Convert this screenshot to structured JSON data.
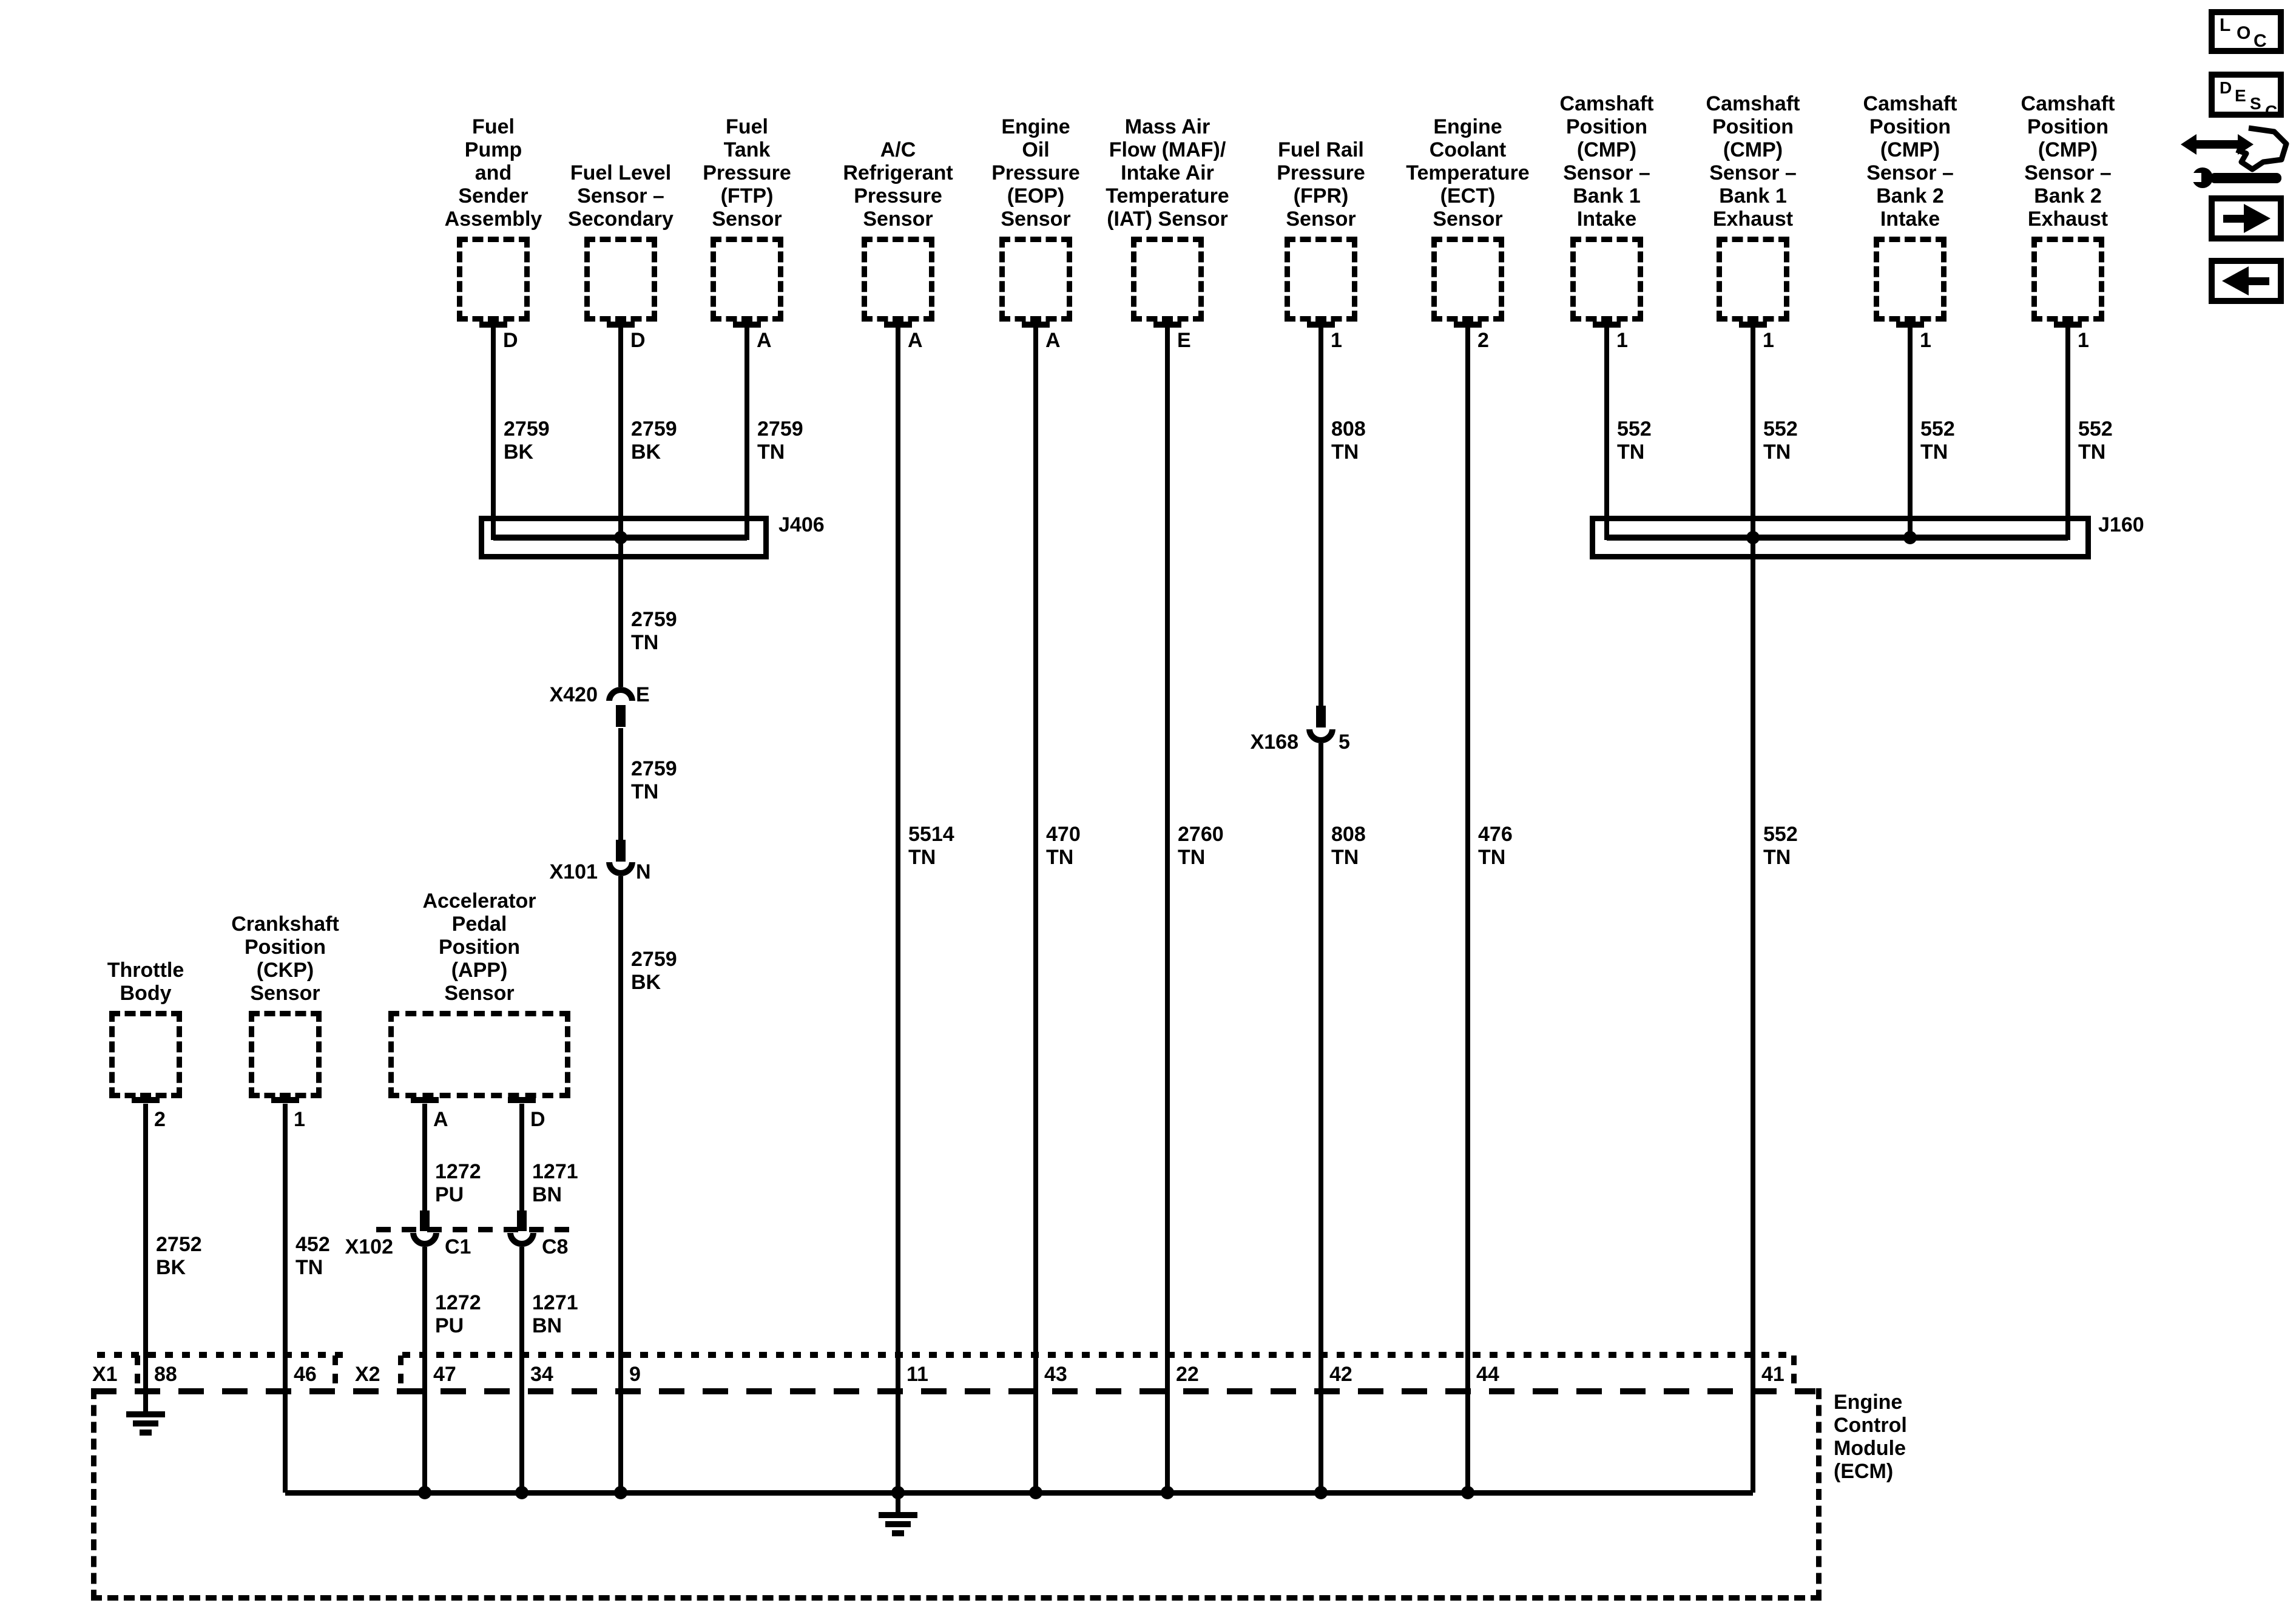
{
  "page": {
    "background": "#ffffff",
    "ink": "#000000"
  },
  "toolbar": {
    "loc_button_label": "LOC",
    "desc_button_label": "DESC",
    "icon_names": [
      "loc-button",
      "desc-button",
      "wrench-double-arrow-icon",
      "next-arrow-icon",
      "back-arrow-icon"
    ]
  },
  "top_sensors": [
    {
      "name": "fuel-pump-and-sender-assembly",
      "label_lines": [
        "Fuel",
        "Pump",
        "and",
        "Sender",
        "Assembly"
      ],
      "pin": "D",
      "top_wire": {
        "circuit": "2759",
        "color": "BK"
      }
    },
    {
      "name": "fuel-level-sensor-secondary",
      "label_lines": [
        "Fuel Level",
        "Sensor –",
        "Secondary"
      ],
      "pin": "D",
      "top_wire": {
        "circuit": "2759",
        "color": "BK"
      }
    },
    {
      "name": "fuel-tank-pressure-ftp-sensor",
      "label_lines": [
        "Fuel",
        "Tank",
        "Pressure",
        "(FTP)",
        "Sensor"
      ],
      "pin": "A",
      "top_wire": {
        "circuit": "2759",
        "color": "TN"
      }
    },
    {
      "name": "ac-refrigerant-pressure-sensor",
      "label_lines": [
        "A/C",
        "Refrigerant",
        "Pressure",
        "Sensor"
      ],
      "pin": "A",
      "mid_wire": {
        "circuit": "5514",
        "color": "TN"
      }
    },
    {
      "name": "engine-oil-pressure-eop-sensor",
      "label_lines": [
        "Engine",
        "Oil",
        "Pressure",
        "(EOP)",
        "Sensor"
      ],
      "pin": "A",
      "mid_wire": {
        "circuit": "470",
        "color": "TN"
      }
    },
    {
      "name": "maf-iat-sensor",
      "label_lines": [
        "Mass Air",
        "Flow (MAF)/",
        "Intake Air",
        "Temperature",
        "(IAT) Sensor"
      ],
      "pin": "E",
      "mid_wire": {
        "circuit": "2760",
        "color": "TN"
      }
    },
    {
      "name": "fuel-rail-pressure-fpr-sensor",
      "label_lines": [
        "Fuel Rail",
        "Pressure",
        "(FPR)",
        "Sensor"
      ],
      "pin": "1",
      "top_wire": {
        "circuit": "808",
        "color": "TN"
      },
      "mid_wire": {
        "circuit": "808",
        "color": "TN"
      }
    },
    {
      "name": "engine-coolant-temperature-ect-sensor",
      "label_lines": [
        "Engine",
        "Coolant",
        "Temperature",
        "(ECT)",
        "Sensor"
      ],
      "pin": "2",
      "mid_wire": {
        "circuit": "476",
        "color": "TN"
      }
    },
    {
      "name": "cmp-sensor-bank1-intake",
      "label_lines": [
        "Camshaft",
        "Position",
        "(CMP)",
        "Sensor –",
        "Bank 1",
        "Intake"
      ],
      "pin": "1",
      "top_wire": {
        "circuit": "552",
        "color": "TN"
      }
    },
    {
      "name": "cmp-sensor-bank1-exhaust",
      "label_lines": [
        "Camshaft",
        "Position",
        "(CMP)",
        "Sensor –",
        "Bank 1",
        "Exhaust"
      ],
      "pin": "1",
      "top_wire": {
        "circuit": "552",
        "color": "TN"
      },
      "mid_wire": {
        "circuit": "552",
        "color": "TN"
      }
    },
    {
      "name": "cmp-sensor-bank2-intake",
      "label_lines": [
        "Camshaft",
        "Position",
        "(CMP)",
        "Sensor –",
        "Bank 2",
        "Intake"
      ],
      "pin": "1",
      "top_wire": {
        "circuit": "552",
        "color": "TN"
      }
    },
    {
      "name": "cmp-sensor-bank2-exhaust",
      "label_lines": [
        "Camshaft",
        "Position",
        "(CMP)",
        "Sensor –",
        "Bank 2",
        "Exhaust"
      ],
      "pin": "1",
      "top_wire": {
        "circuit": "552",
        "color": "TN"
      }
    }
  ],
  "segment_wires": [
    {
      "id": "below-j406",
      "circuit": "2759",
      "color": "TN"
    },
    {
      "id": "below-x420",
      "circuit": "2759",
      "color": "TN"
    },
    {
      "id": "below-x101",
      "circuit": "2759",
      "color": "BK"
    }
  ],
  "bottom_sensors": [
    {
      "name": "throttle-body",
      "label_lines": [
        "Throttle",
        "Body"
      ],
      "pins": [
        "2"
      ],
      "wires": [
        {
          "circuit": "2752",
          "color": "BK"
        }
      ]
    },
    {
      "name": "crankshaft-position-ckp-sensor",
      "label_lines": [
        "Crankshaft",
        "Position",
        "(CKP)",
        "Sensor"
      ],
      "pins": [
        "1"
      ],
      "wires": [
        {
          "circuit": "452",
          "color": "TN"
        }
      ]
    },
    {
      "name": "accelerator-pedal-position-app-sensor",
      "label_lines": [
        "Accelerator",
        "Pedal",
        "Position",
        "(APP)",
        "Sensor"
      ],
      "pins": [
        "A",
        "D"
      ],
      "wires": [
        {
          "circuit": "1272",
          "color": "PU"
        },
        {
          "circuit": "1271",
          "color": "BN"
        }
      ]
    }
  ],
  "app_lower_wires": [
    {
      "circuit": "1272",
      "color": "PU"
    },
    {
      "circuit": "1271",
      "color": "BN"
    }
  ],
  "junction_blocks": [
    {
      "label": "J406"
    },
    {
      "label": "J160"
    }
  ],
  "inline_connectors": [
    {
      "label": "X420",
      "pin": "E"
    },
    {
      "label": "X101",
      "pin": "N"
    },
    {
      "label": "X168",
      "pin": "5"
    },
    {
      "label": "X102",
      "pins": [
        "C1",
        "C8"
      ]
    }
  ],
  "ecm": {
    "connector_x1_label": "X1",
    "connector_x2_label": "X2",
    "pin_numbers": [
      "88",
      "46",
      "47",
      "34",
      "9",
      "11",
      "43",
      "22",
      "42",
      "44",
      "41"
    ],
    "label_lines": [
      "Engine",
      "Control",
      "Module",
      "(ECM)"
    ]
  }
}
